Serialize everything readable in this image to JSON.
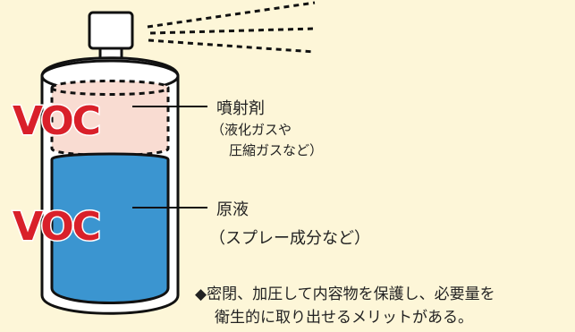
{
  "labels": {
    "propellant": "噴射剤",
    "propellant_note_1": "（液化ガスや",
    "propellant_note_2": "圧縮ガスなど）",
    "liquid": "原液",
    "liquid_note": "（スプレー成分など）",
    "voc_top": "VOC",
    "voc_bottom": "VOC",
    "benefit_line_1": "◆密閉、加圧して内容物を保護し、必要量を",
    "benefit_line_2": "衛生的に取り出せるメリットがある。"
  },
  "colors": {
    "background": "#fdf6d8",
    "propellant_fill": "#f9dcd2",
    "liquid_fill": "#3b95d0",
    "voc_text": "#d9202a",
    "outline": "#111111"
  }
}
